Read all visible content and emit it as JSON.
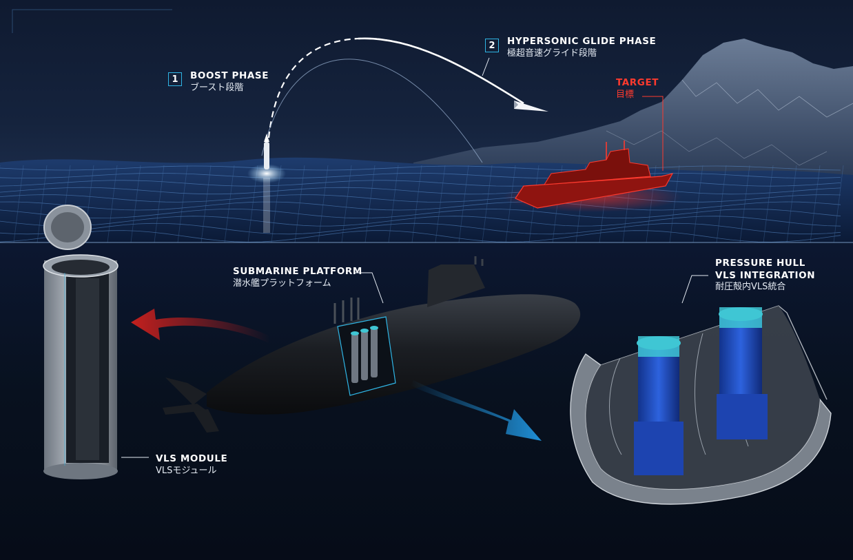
{
  "boost_phase": {
    "number": "1",
    "title": "BOOST PHASE",
    "subtitle": "ブースト段階"
  },
  "glide_phase": {
    "number": "2",
    "title": "HYPERSONIC GLIDE PHASE",
    "subtitle": "極超音速グライド段階"
  },
  "target": {
    "title": "TARGET",
    "subtitle": "目標"
  },
  "submarine_platform": {
    "title": "SUBMARINE PLATFORM",
    "subtitle": "潜水艦プラットフォーム"
  },
  "pressure_hull": {
    "title_line1": "PRESSURE HULL",
    "title_line2": "VLS INTEGRATION",
    "subtitle": "耐圧殻内VLS統合"
  },
  "vls_module": {
    "title": "VLS MODULE",
    "subtitle": "VLSモジュール"
  },
  "colors": {
    "accent_cyan": "#2fb6e6",
    "target_red": "#ff3a2e",
    "arrow_red": "#c4201e",
    "arrow_blue": "#1f8fd6",
    "tube_blue": "#1e4fc4",
    "tube_cap": "#3fc6d4"
  },
  "icons": [
    "missile-icon",
    "warship-icon",
    "submarine-icon",
    "vls-canister-icon",
    "hull-section-icon"
  ]
}
